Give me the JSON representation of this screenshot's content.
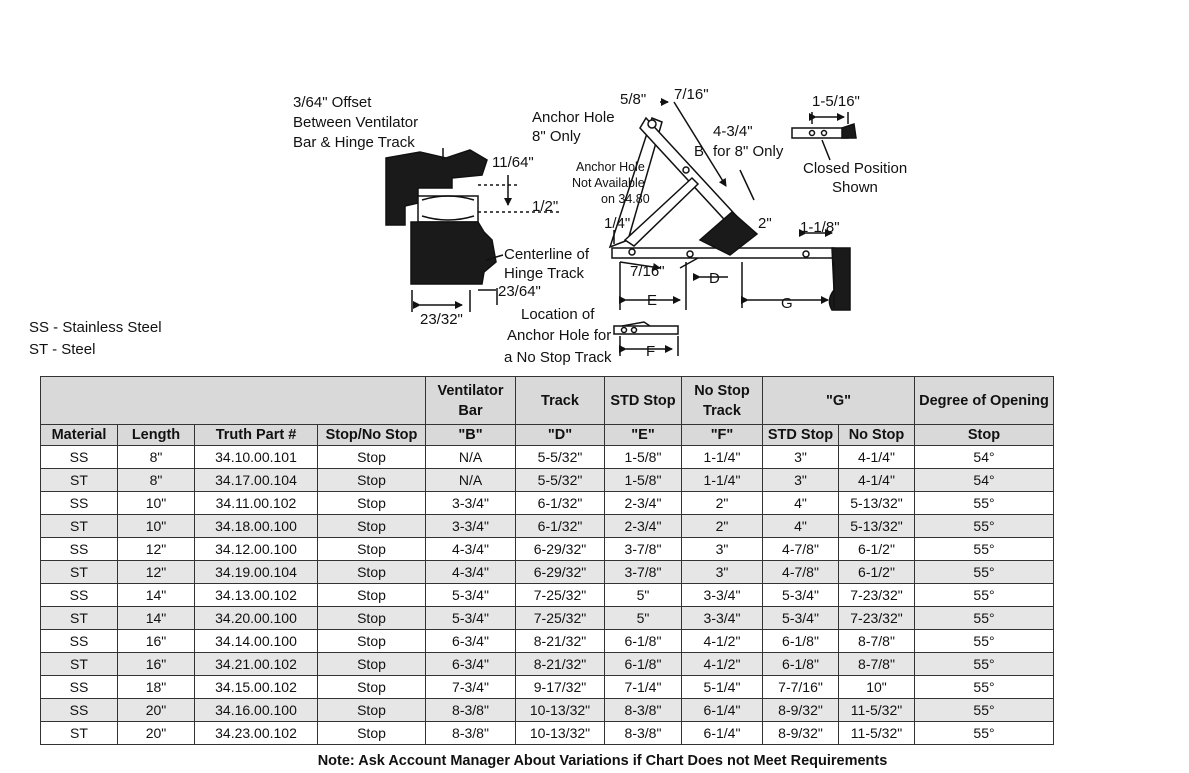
{
  "diagram": {
    "labels": {
      "offset_l1": "3/64\" Offset",
      "offset_l2": "Between Ventilator",
      "offset_l3": "Bar & Hinge Track",
      "d_11_64": "11/64\"",
      "d_1_2": "1/2\"",
      "centerline_l1": "Centerline of",
      "centerline_l2": "Hinge Track",
      "d_23_64": "23/64\"",
      "d_23_32": "23/32\"",
      "d_5_8": "5/8\"",
      "d_7_16_top": "7/16\"",
      "anchor_l1": "Anchor Hole",
      "anchor_l2": "8\" Only",
      "b_l1": "4-3/4\"",
      "b_letter": "B",
      "b_l2": "for 8\" Only",
      "na_l1": "Anchor Hole",
      "na_l2": "Not Available",
      "na_l3": "on 34.80",
      "d_2": "2\"",
      "d_1_4": "1/4\"",
      "d_7_16_bottom": "7/16\"",
      "letter_d": "D",
      "letter_e": "E",
      "letter_f": "F",
      "letter_g": "G",
      "loc_l1": "Location of",
      "loc_l2": "Anchor Hole for",
      "loc_l3": "a No Stop Track",
      "d_1_5_16": "1-5/16\"",
      "closed_l1": "Closed Position",
      "closed_l2": "Shown",
      "d_1_1_8": "1-1/8\""
    }
  },
  "legend": {
    "ss": "SS - Stainless Steel",
    "st": "ST - Steel"
  },
  "table": {
    "group_headers": {
      "ventilator_bar": "Ventilator Bar",
      "track": "Track",
      "std_stop": "STD Stop",
      "no_stop_track": "No Stop Track",
      "g": "\"G\"",
      "degree": "Degree of Opening"
    },
    "columns": [
      "Material",
      "Length",
      "Truth Part #",
      "Stop/No Stop",
      "\"B\"",
      "\"D\"",
      "\"E\"",
      "\"F\"",
      "STD Stop",
      "No Stop",
      "Stop"
    ],
    "rows": [
      [
        "SS",
        "8\"",
        "34.10.00.101",
        "Stop",
        "N/A",
        "5-5/32\"",
        "1-5/8\"",
        "1-1/4\"",
        "3\"",
        "4-1/4\"",
        "54°"
      ],
      [
        "ST",
        "8\"",
        "34.17.00.104",
        "Stop",
        "N/A",
        "5-5/32\"",
        "1-5/8\"",
        "1-1/4\"",
        "3\"",
        "4-1/4\"",
        "54°"
      ],
      [
        "SS",
        "10\"",
        "34.11.00.102",
        "Stop",
        "3-3/4\"",
        "6-1/32\"",
        "2-3/4\"",
        "2\"",
        "4\"",
        "5-13/32\"",
        "55°"
      ],
      [
        "ST",
        "10\"",
        "34.18.00.100",
        "Stop",
        "3-3/4\"",
        "6-1/32\"",
        "2-3/4\"",
        "2\"",
        "4\"",
        "5-13/32\"",
        "55°"
      ],
      [
        "SS",
        "12\"",
        "34.12.00.100",
        "Stop",
        "4-3/4\"",
        "6-29/32\"",
        "3-7/8\"",
        "3\"",
        "4-7/8\"",
        "6-1/2\"",
        "55°"
      ],
      [
        "ST",
        "12\"",
        "34.19.00.104",
        "Stop",
        "4-3/4\"",
        "6-29/32\"",
        "3-7/8\"",
        "3\"",
        "4-7/8\"",
        "6-1/2\"",
        "55°"
      ],
      [
        "SS",
        "14\"",
        "34.13.00.102",
        "Stop",
        "5-3/4\"",
        "7-25/32\"",
        "5\"",
        "3-3/4\"",
        "5-3/4\"",
        "7-23/32\"",
        "55°"
      ],
      [
        "ST",
        "14\"",
        "34.20.00.100",
        "Stop",
        "5-3/4\"",
        "7-25/32\"",
        "5\"",
        "3-3/4\"",
        "5-3/4\"",
        "7-23/32\"",
        "55°"
      ],
      [
        "SS",
        "16\"",
        "34.14.00.100",
        "Stop",
        "6-3/4\"",
        "8-21/32\"",
        "6-1/8\"",
        "4-1/2\"",
        "6-1/8\"",
        "8-7/8\"",
        "55°"
      ],
      [
        "ST",
        "16\"",
        "34.21.00.102",
        "Stop",
        "6-3/4\"",
        "8-21/32\"",
        "6-1/8\"",
        "4-1/2\"",
        "6-1/8\"",
        "8-7/8\"",
        "55°"
      ],
      [
        "SS",
        "18\"",
        "34.15.00.102",
        "Stop",
        "7-3/4\"",
        "9-17/32\"",
        "7-1/4\"",
        "5-1/4\"",
        "7-7/16\"",
        "10\"",
        "55°"
      ],
      [
        "SS",
        "20\"",
        "34.16.00.100",
        "Stop",
        "8-3/8\"",
        "10-13/32\"",
        "8-3/8\"",
        "6-1/4\"",
        "8-9/32\"",
        "11-5/32\"",
        "55°"
      ],
      [
        "ST",
        "20\"",
        "34.23.00.102",
        "Stop",
        "8-3/8\"",
        "10-13/32\"",
        "8-3/8\"",
        "6-1/4\"",
        "8-9/32\"",
        "11-5/32\"",
        "55°"
      ]
    ]
  },
  "note": "Note: Ask Account Manager About Variations if Chart Does not Meet Requirements"
}
